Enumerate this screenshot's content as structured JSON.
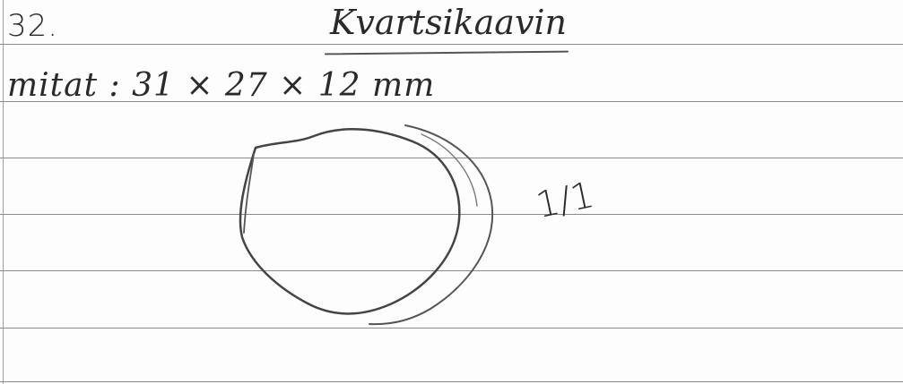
{
  "entry": {
    "number": "32.",
    "title": "Kvartsikaavin",
    "dimensions": "mitat : 31 × 27 × 12 mm",
    "scale": "1/1"
  },
  "drawing": {
    "subject": "artifact outline",
    "stroke_color": "#444444"
  },
  "paper": {
    "rule_color": "#8a8a8a",
    "background": "#fdfdfd"
  }
}
